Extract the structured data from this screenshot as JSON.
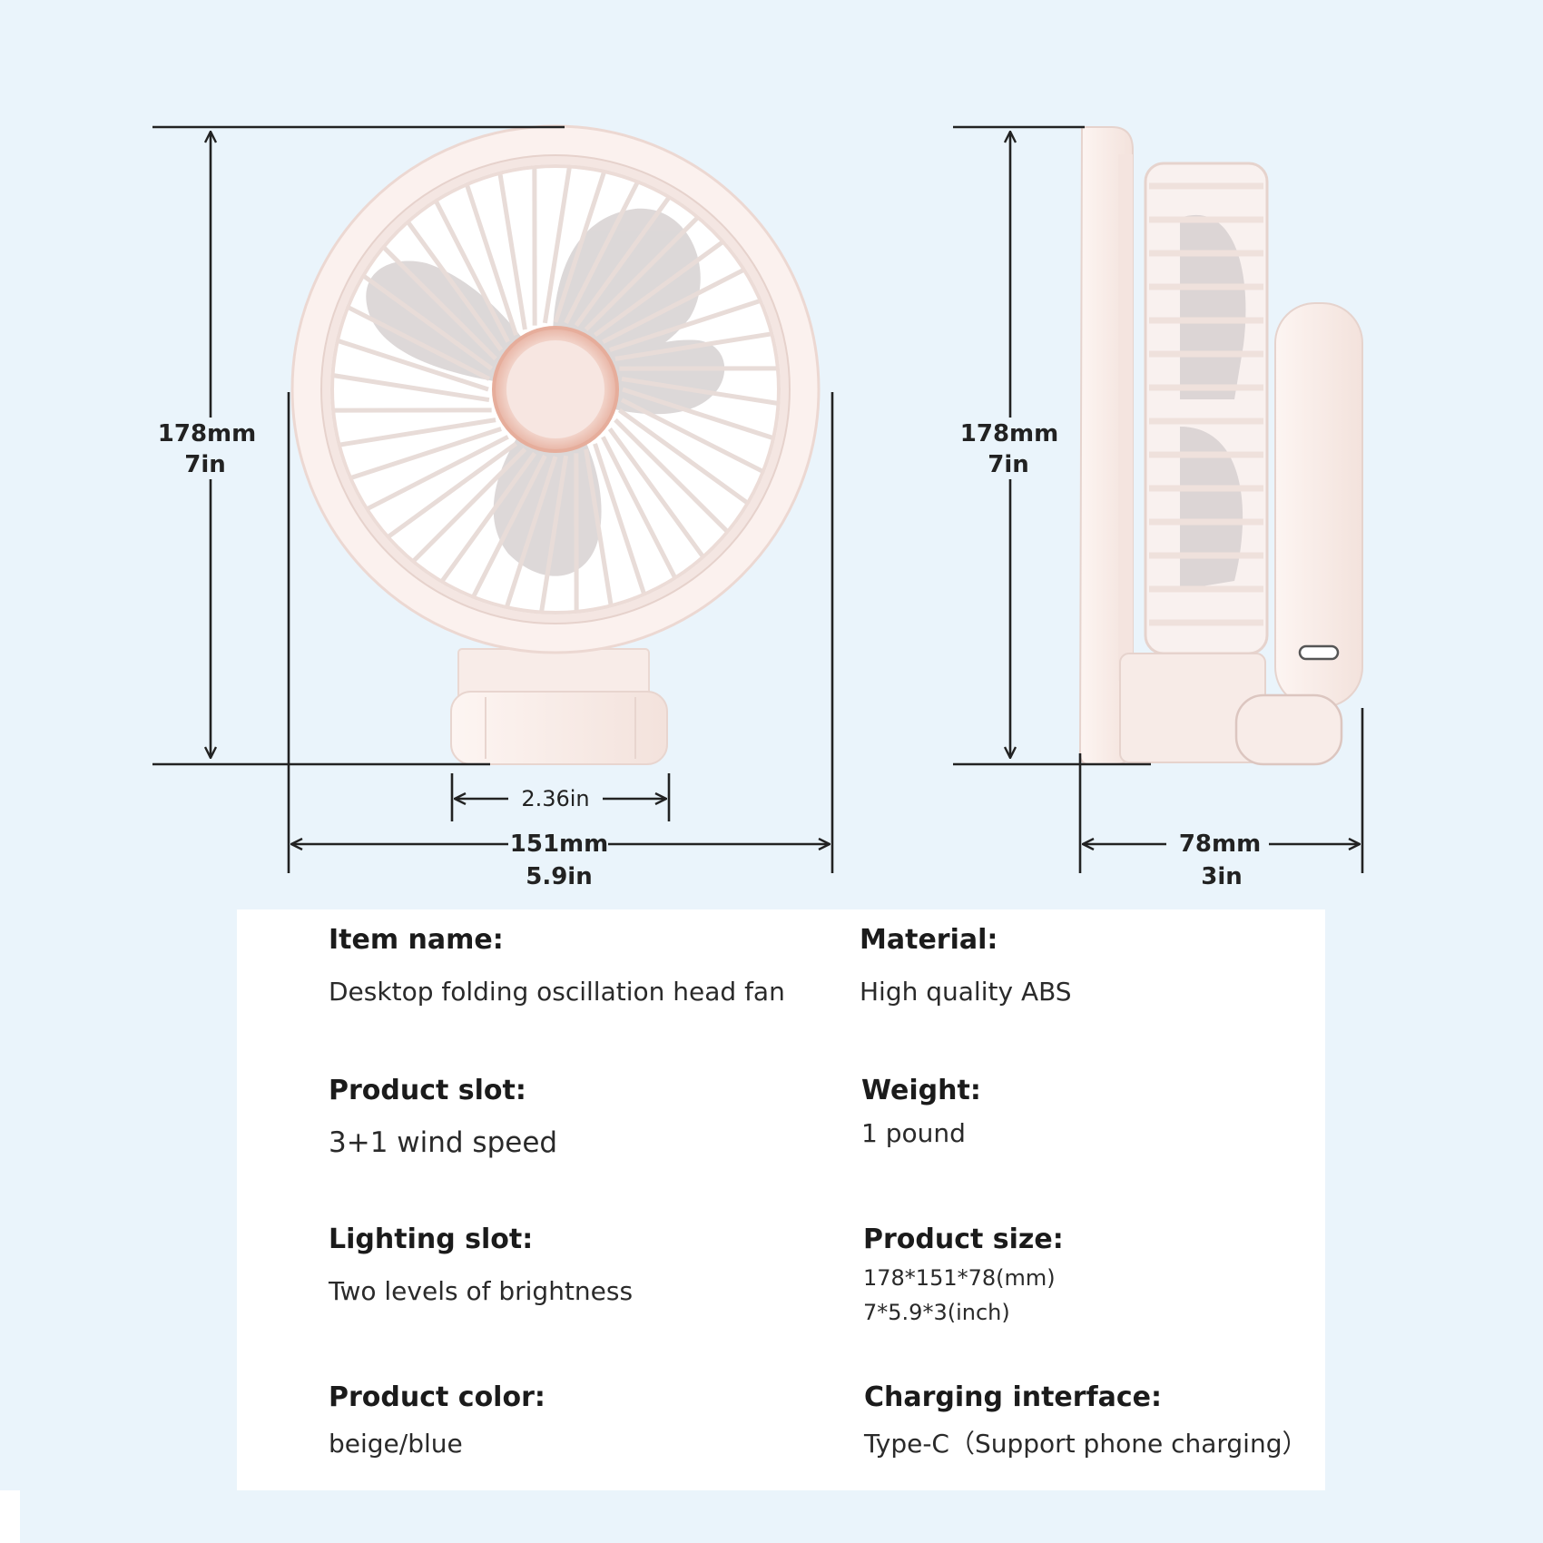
{
  "dimensions": {
    "front_height_mm": "178mm",
    "front_height_in": "7in",
    "base_width": "2.36in",
    "front_width_mm": "151mm",
    "front_width_in": "5.9in",
    "side_height_mm": "178mm",
    "side_height_in": "7in",
    "side_depth_mm": "78mm",
    "side_depth_in": "3in"
  },
  "specs": {
    "item_name": {
      "label": "Item name:",
      "value": "Desktop folding oscillation head fan"
    },
    "material": {
      "label": "Material:",
      "value": "High quality ABS"
    },
    "product_slot": {
      "label": "Product slot:",
      "value": "3+1 wind speed"
    },
    "weight": {
      "label": "Weight:",
      "value": "1 pound"
    },
    "lighting_slot": {
      "label": "Lighting slot:",
      "value": "Two levels of brightness"
    },
    "product_size": {
      "label": "Product size:",
      "value_mm": "178*151*78(mm)",
      "value_in": "7*5.9*3(inch)"
    },
    "product_color": {
      "label": "Product color:",
      "value": "beige/blue"
    },
    "charging_interface": {
      "label": "Charging interface:",
      "value": "Type-C（Support  phone charging）"
    }
  },
  "colors": {
    "background": "#eaf4fb",
    "panel": "#ffffff",
    "fan_body": "#f8ece8",
    "fan_blade": "#d9d4d4",
    "hub_ring": "#e8b4a4",
    "dimension_line": "#222222"
  },
  "icons": {
    "front_view": "fan-front-view-icon",
    "side_view": "fan-side-view-icon",
    "usb_port": "usb-c-port-icon"
  }
}
